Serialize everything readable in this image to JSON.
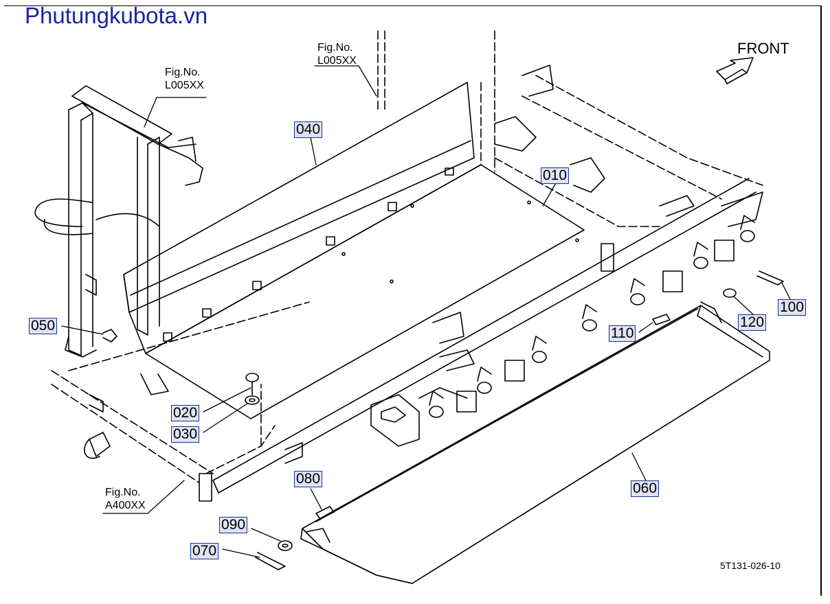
{
  "watermark": "Phutungkubota.vn",
  "front_label": "FRONT",
  "drawing_number": "5T131-026-10",
  "fig_refs": [
    {
      "line1": "Fig.No.",
      "line2": "L005XX"
    },
    {
      "line1": "Fig.No.",
      "line2": "L005XX"
    },
    {
      "line1": "Fig.No.",
      "line2": "A400XX"
    }
  ],
  "callouts": {
    "p010": "010",
    "p020": "020",
    "p030": "030",
    "p040": "040",
    "p050": "050",
    "p060": "060",
    "p070": "070",
    "p080": "080",
    "p090": "090",
    "p100": "100",
    "p110": "110",
    "p120": "120"
  },
  "colors": {
    "watermark": "#1b24a0",
    "callout_fill": "#dfe3f3",
    "callout_border": "#1a2d9a",
    "line": "#000000"
  }
}
